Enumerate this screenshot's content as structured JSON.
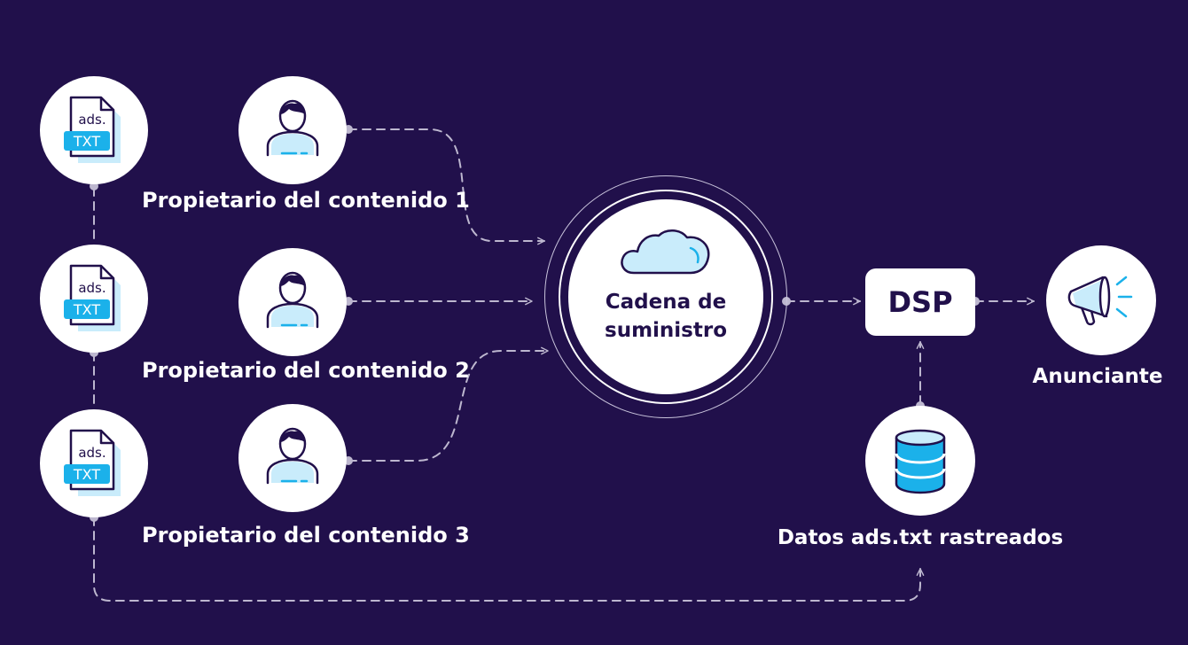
{
  "owners": [
    {
      "label": "Propietario del contenido 1"
    },
    {
      "label": "Propietario del contenido 2"
    },
    {
      "label": "Propietario del contenido 3"
    }
  ],
  "ads_file": {
    "top_text": "ads.",
    "badge_text": "TXT"
  },
  "hub": {
    "line1": "Cadena de",
    "line2": "suministro"
  },
  "dsp": {
    "label": "DSP"
  },
  "advertiser": {
    "label": "Anunciante"
  },
  "database": {
    "label": "Datos ads.txt rastreados"
  },
  "colors": {
    "background": "#21104b",
    "node": "#ffffff",
    "accent_light": "#c9ecfb",
    "accent_blue": "#1bb1ea",
    "ink": "#21104b",
    "connector": "#bdb7cf"
  },
  "icons": {
    "file": "ads-txt-file-icon",
    "owner": "user-icon",
    "hub": "cloud-icon",
    "advertiser": "megaphone-icon",
    "database": "database-icon"
  }
}
